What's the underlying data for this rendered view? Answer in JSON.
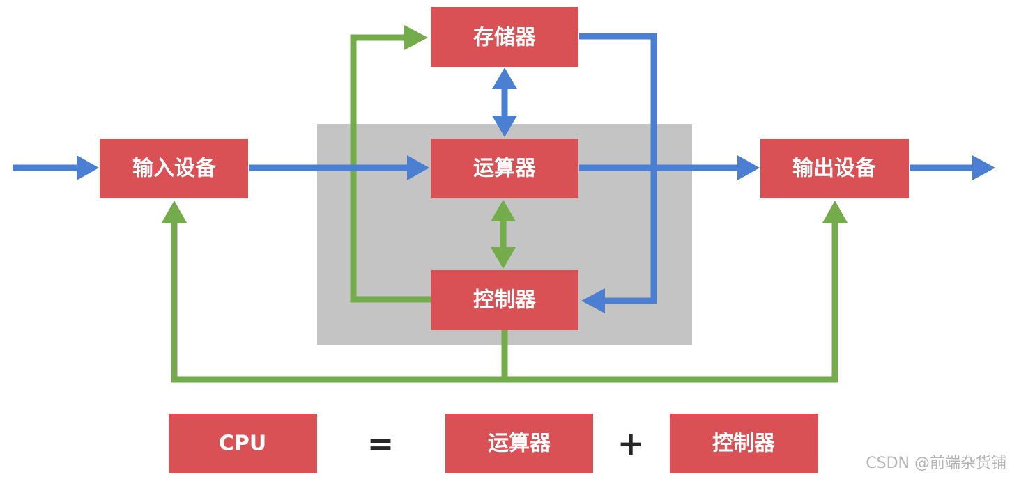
{
  "colors": {
    "box_fill": "#d95155",
    "data_flow": "#4a7fd2",
    "control_flow": "#74ab4b",
    "cpu_region": "#c4c4c4",
    "box_text": "#ffffff",
    "operator_text": "#262626"
  },
  "nodes": {
    "memory": "存储器",
    "alu": "运算器",
    "control": "控制器",
    "input": "输入设备",
    "output": "输出设备"
  },
  "equation": {
    "cpu": "CPU",
    "equals": "=",
    "alu": "运算器",
    "plus": "+",
    "control": "控制器"
  },
  "watermark": "CSDN @前端杂货铺"
}
